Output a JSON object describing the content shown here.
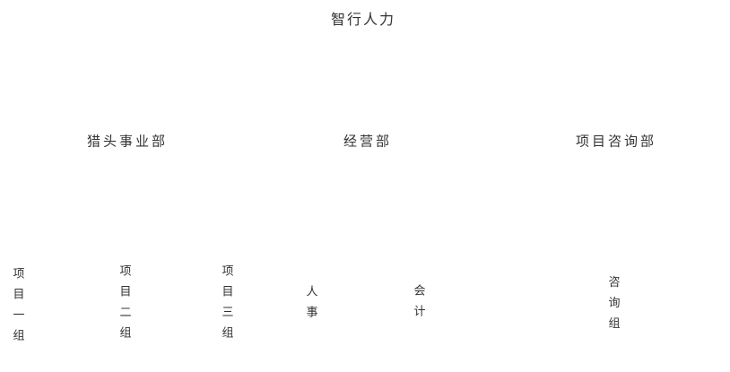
{
  "page": {
    "background_color": "#ffffff",
    "text_color": "#333333"
  },
  "chart_data": {
    "type": "tree",
    "title": "智行人力",
    "orientation": "top-down",
    "legend": "none",
    "edges_visible": false,
    "root": {
      "label": "智行人力",
      "children": [
        {
          "label": "猎头事业部",
          "children": [
            {
              "label": "项目一组"
            },
            {
              "label": "项目二组"
            },
            {
              "label": "项目三组"
            }
          ]
        },
        {
          "label": "经营部",
          "children": [
            {
              "label": "人事"
            },
            {
              "label": "会计"
            }
          ]
        },
        {
          "label": "项目咨询部",
          "children": [
            {
              "label": "咨询组"
            }
          ]
        }
      ]
    }
  }
}
